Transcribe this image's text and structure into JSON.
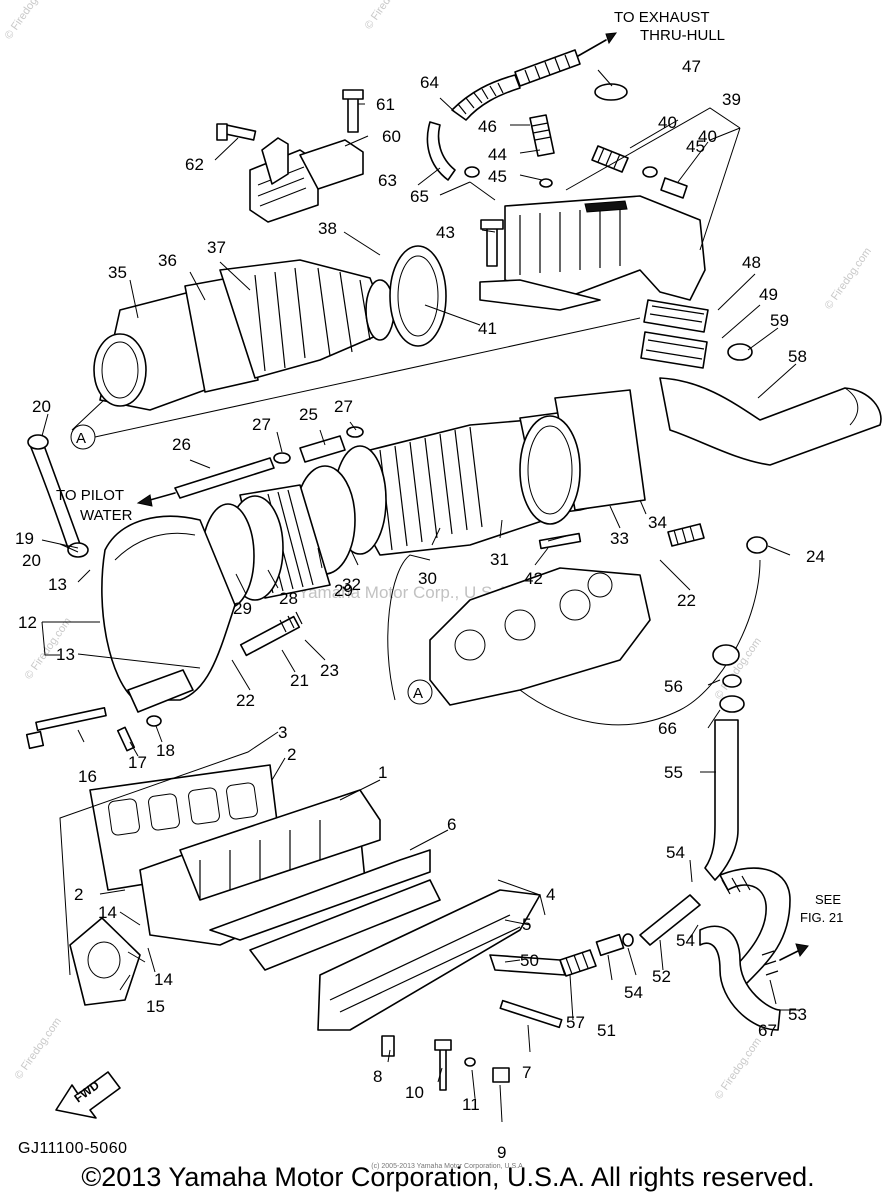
{
  "annotations": {
    "exhaust": [
      "TO EXHAUST",
      "THRU-HULL"
    ],
    "pilot": [
      "TO PILOT",
      "WATER"
    ],
    "see_fig": [
      "SEE",
      "FIG. 21"
    ],
    "fwd": "FWD",
    "circle_ref": "A"
  },
  "callouts": [
    "1",
    "2",
    "2",
    "3",
    "4",
    "5",
    "6",
    "7",
    "8",
    "9",
    "10",
    "11",
    "12",
    "13",
    "13",
    "14",
    "14",
    "15",
    "16",
    "17",
    "18",
    "19",
    "20",
    "20",
    "21",
    "22",
    "22",
    "23",
    "24",
    "25",
    "26",
    "27",
    "27",
    "28",
    "29",
    "29",
    "30",
    "31",
    "32",
    "33",
    "34",
    "35",
    "36",
    "37",
    "38",
    "39",
    "40",
    "40",
    "41",
    "42",
    "43",
    "44",
    "45",
    "45",
    "46",
    "47",
    "48",
    "49",
    "50",
    "51",
    "52",
    "53",
    "54",
    "54",
    "54",
    "55",
    "56",
    "57",
    "58",
    "59",
    "60",
    "61",
    "62",
    "63",
    "64",
    "65",
    "66",
    "67"
  ],
  "watermark": "© Firedog.com",
  "center_watermark": "Yamaha Motor Corp., U.S.A.",
  "small_credit": "(c) 2005-2013 Yamaha Motor Corporation, U.S.A.",
  "footer": {
    "ref_code": "GJ11100-5060",
    "copyright": "©2013 Yamaha Motor Corporation, U.S.A. All rights reserved."
  }
}
